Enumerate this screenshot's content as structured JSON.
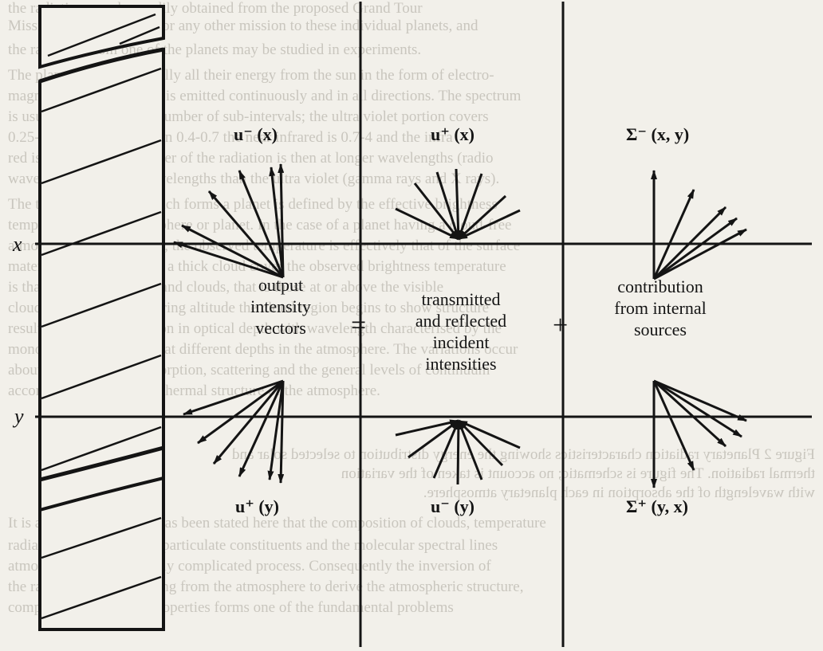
{
  "background_text": [
    "the radiation may be readily obtained from the proposed Grand Tour",
    "Mission to Outer Planets or any other mission to these individual planets, and",
    "the radiation from one of the planets may be studied in experiments.",
    "The planets receive virtually all their energy from the sun in the form of electro-",
    "magnetic radiation which is emitted continuously and in all directions. The spectrum",
    "is usually divided into a number of sub-intervals; the ultra violet portion covers",
    "0.25-0.4 the visible portion 0.4-0.7 the near infrared is 0.7-4 and the infra",
    "red is 4-100. The remainder of the radiation is then at longer wavelengths (radio",
    "waves) and at shorter wavelengths than the ultra violet (gamma rays and X rays).",
    "The thermal radiation which forms a planet is defined by the effective brightness",
    "temperature of the atmosphere or planet. In the case of a planet having a cloud-free",
    "atmosphere, such as Mars, the observed temperature is effectively that of the surface",
    "material. For planets with a thick cloud cover the observed brightness temperature",
    "is that of the atmosphere and clouds, that is those at or above the visible",
    "cloud deck, at high scattering altitude the cloud region begins to show structure",
    "resulting from the variation in optical depth with wavelength characterised by the",
    "monochromatic emission at different depths in the atmosphere. The variations occur",
    "about in cloud cover, absorption, scattering and the general levels of continuum",
    "according to the detailed thermal structure of the atmosphere.",
    "Figure 2 Planetary radiation characteristics showing the energy distribution to selected solar and",
    "thermal radiation. The figure is schematic; no account is taken of the variation",
    "with wavelength of the absorption in each planetary atmosphere.",
    "It is apparent from what has been stated here that the composition of clouds, temperature",
    "radiation and the various particulate constituents and the molecular spectral lines",
    "atmosphere is an extremely complicated process. Consequently the inversion of",
    "the radiation field emerging from the atmosphere to derive the atmospheric structure,",
    "composition and cloud properties forms one of the fundamental problems"
  ],
  "labels": {
    "x_axis": "x",
    "y_axis": "y",
    "u_minus_x": "u⁻ (x)",
    "u_plus_x": "u⁺ (x)",
    "sigma_minus": "Σ⁻ (x, y)",
    "u_plus_y": "u⁺ (y)",
    "u_minus_y": "u⁻ (y)",
    "sigma_plus": "Σ⁺ (y, x)"
  },
  "terms": {
    "output_line1": "output",
    "output_line2": "intensity",
    "output_line3": "vectors",
    "incident_line1": "transmitted",
    "incident_line2": "and reflected",
    "incident_line3": "incident",
    "incident_line4": "intensities",
    "sources_line1": "contribution",
    "sources_line2": "from internal",
    "sources_line3": "sources"
  },
  "operators": {
    "equals": "=",
    "plus": "+"
  }
}
